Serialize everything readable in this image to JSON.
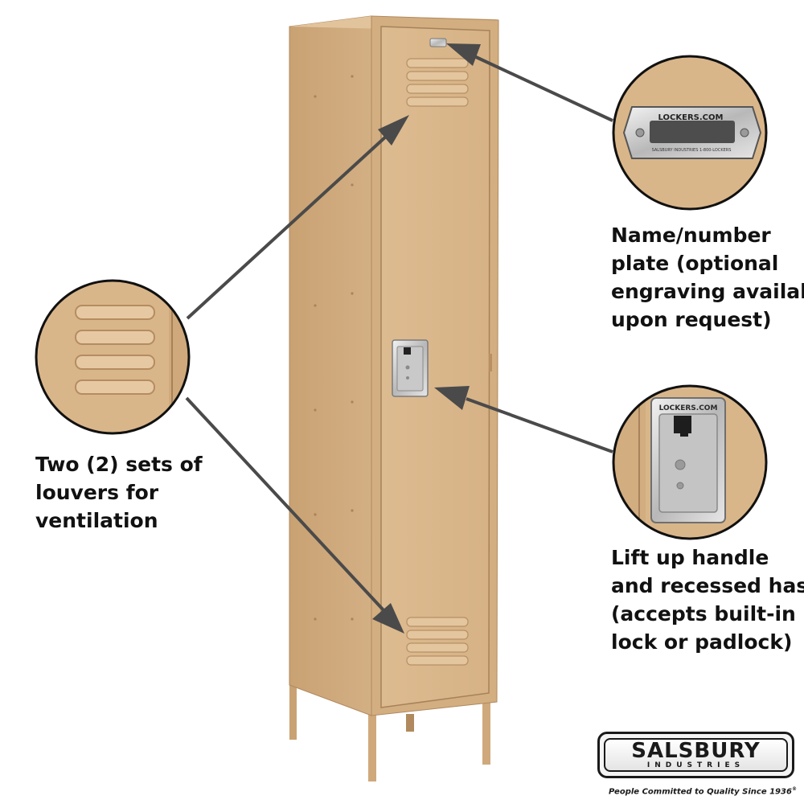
{
  "callouts": {
    "louvers": [
      "Two (2) sets of",
      "louvers for",
      "ventilation"
    ],
    "name_plate": [
      "Name/number",
      "plate (optional",
      "engraving available",
      "upon request)"
    ],
    "handle": [
      "Lift up handle",
      "and recessed hasp",
      "(accepts built-in",
      "lock or padlock)"
    ]
  },
  "plate_detail": {
    "brand": "LOCKERS.COM",
    "small_text": "SALSBURY INDUSTRIES   1-800-LOCKERS"
  },
  "handle_detail": {
    "brand": "LOCKERS.COM"
  },
  "brand": {
    "name": "SALSBURY",
    "sub": "INDUSTRIES",
    "tagline": "People Committed to Quality Since 1936",
    "trademark": "®"
  },
  "colors": {
    "locker_tan": "#d8b488",
    "locker_side": "#c9a273",
    "locker_shadow": "#b08a5e",
    "arrow": "#4a4a4a",
    "text": "#111111"
  }
}
